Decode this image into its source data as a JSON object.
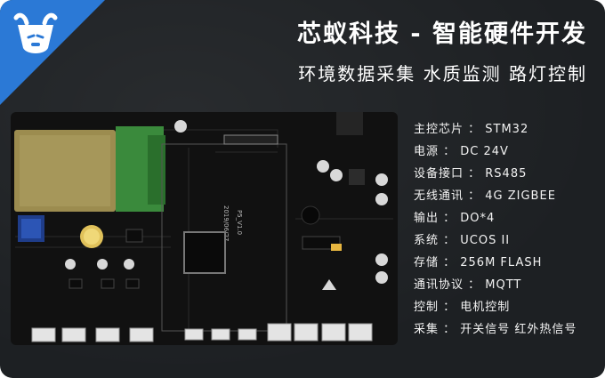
{
  "header": {
    "title": "芯蚁科技 - 智能硬件开发",
    "subtitle": "环境数据采集  水质监测  路灯控制"
  },
  "logo": {
    "icon": "ant-head-logo-icon"
  },
  "board": {
    "icon": "circuit-board-image",
    "silkscreen": [
      "P5_V1.0",
      "2019/06/27"
    ]
  },
  "specs": [
    "主控芯片 ： STM32",
    "电源 ： DC 24V",
    "设备接口 ： RS485",
    "无线通讯 ： 4G ZIGBEE",
    "输出 ： DO*4",
    "系统 ： UCOS II",
    "存储 ： 256M FLASH",
    "通讯协议 ： MQTT",
    "控制 ： 电机控制",
    "采集 ： 开关信号 红外热信号"
  ],
  "colors": {
    "background": "#1d2023",
    "accent": "#2b79d6",
    "pcb": "#111111",
    "module": "#9c8c4f",
    "module_board": "#3a8a3c"
  }
}
